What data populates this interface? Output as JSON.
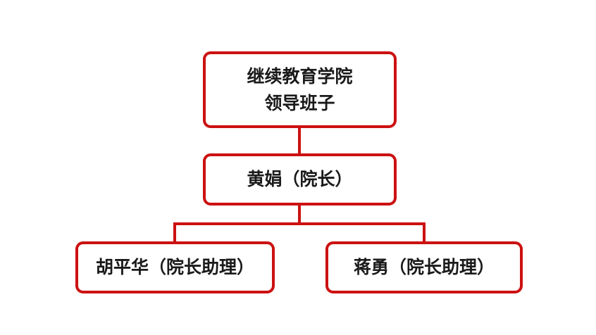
{
  "org_chart": {
    "type": "org-chart",
    "root": {
      "lines": [
        "继续教育学院",
        "领导班子"
      ]
    },
    "level2": {
      "label": "黄娟（院长）"
    },
    "level3": [
      {
        "label": "胡平华（院长助理）"
      },
      {
        "label": "蒋勇（院长助理）"
      }
    ]
  },
  "colors": {
    "line": "#CC1111",
    "text": "#1A1A1A",
    "background": "#FFFFFF"
  }
}
